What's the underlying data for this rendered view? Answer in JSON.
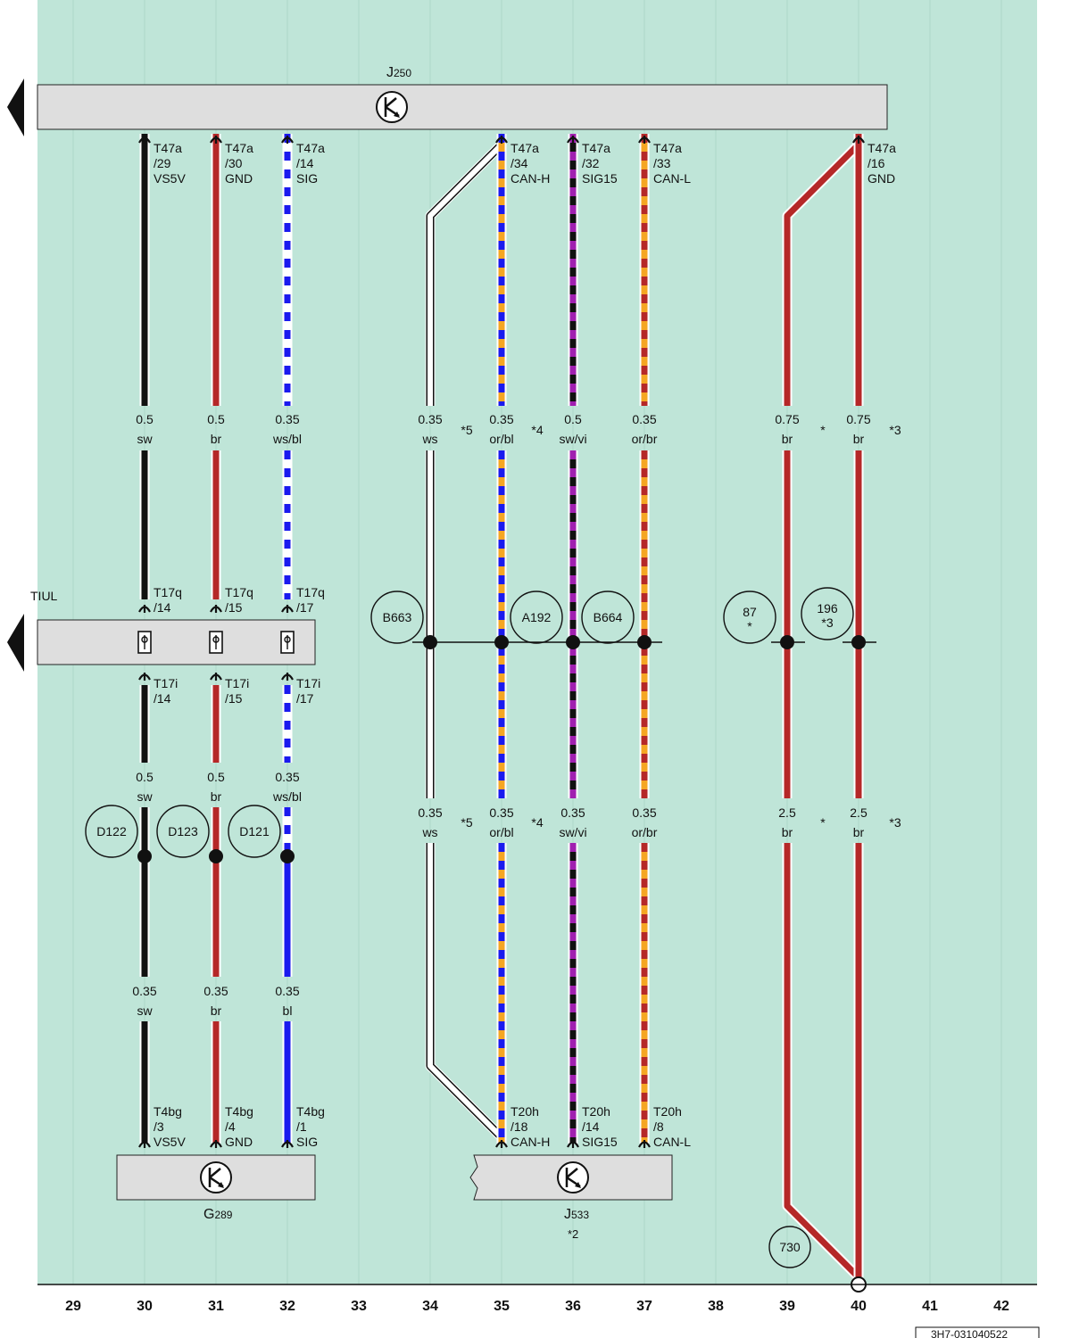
{
  "diagram": {
    "component_j250": {
      "base": "J",
      "sub": "250"
    },
    "component_tiul": "TIUL",
    "component_g289": {
      "base": "G",
      "sub": "289"
    },
    "component_j533": {
      "base": "J",
      "sub": "533",
      "note": "*2"
    },
    "doc_code": "3H7-031040522",
    "columns": [
      "29",
      "30",
      "31",
      "32",
      "33",
      "34",
      "35",
      "36",
      "37",
      "38",
      "39",
      "40",
      "41",
      "42"
    ],
    "colors": {
      "background": "#bfe5d8",
      "component_fill": "#dedede",
      "sw": "#111111",
      "br": "#b52828",
      "bl": "#1a1aee",
      "ws": "#ffffff",
      "or": "#f5a623",
      "vi": "#a020b0"
    },
    "wires": {
      "w30": {
        "top_pin": [
          "T47a",
          "/29",
          "VS5V"
        ],
        "mid_top_pin": [
          "T17q",
          "/14"
        ],
        "mid_bot_pin": [
          "T17i",
          "/14"
        ],
        "bot_pin": [
          "T4bg",
          "/3",
          "VS5V"
        ],
        "label1": [
          "0.5",
          "sw"
        ],
        "label2": [
          "0.5",
          "sw"
        ],
        "label3": [
          "0.35",
          "sw"
        ],
        "splice": "D122"
      },
      "w31": {
        "top_pin": [
          "T47a",
          "/30",
          "GND"
        ],
        "mid_top_pin": [
          "T17q",
          "/15"
        ],
        "mid_bot_pin": [
          "T17i",
          "/15"
        ],
        "bot_pin": [
          "T4bg",
          "/4",
          "GND"
        ],
        "label1": [
          "0.5",
          "br"
        ],
        "label2": [
          "0.5",
          "br"
        ],
        "label3": [
          "0.35",
          "br"
        ],
        "splice": "D123"
      },
      "w32": {
        "top_pin": [
          "T47a",
          "/14",
          "SIG"
        ],
        "mid_top_pin": [
          "T17q",
          "/17"
        ],
        "mid_bot_pin": [
          "T17i",
          "/17"
        ],
        "bot_pin": [
          "T4bg",
          "/1",
          "SIG"
        ],
        "label1": [
          "0.35",
          "ws/bl"
        ],
        "label2": [
          "0.35",
          "ws/bl"
        ],
        "label3": [
          "0.35",
          "bl"
        ],
        "splice": "D121"
      },
      "w34": {
        "label1": [
          "0.35",
          "ws"
        ],
        "label2": [
          "0.35",
          "ws"
        ],
        "note": "*5",
        "splice": "B663"
      },
      "w35": {
        "top_pin": [
          "T47a",
          "/34",
          "CAN-H"
        ],
        "bot_pin": [
          "T20h",
          "/18",
          "CAN-H"
        ],
        "label1": [
          "0.35",
          "or/bl"
        ],
        "label2": [
          "0.35",
          "or/bl"
        ],
        "note": "*4",
        "splice": "A192"
      },
      "w36": {
        "top_pin": [
          "T47a",
          "/32",
          "SIG15"
        ],
        "bot_pin": [
          "T20h",
          "/14",
          "SIG15"
        ],
        "label1": [
          "0.5",
          "sw/vi"
        ],
        "label2": [
          "0.35",
          "sw/vi"
        ],
        "splice": "B664"
      },
      "w37": {
        "top_pin": [
          "T47a",
          "/33",
          "CAN-L"
        ],
        "bot_pin": [
          "T20h",
          "/8",
          "CAN-L"
        ],
        "label1": [
          "0.35",
          "or/br"
        ],
        "label2": [
          "0.35",
          "or/br"
        ]
      },
      "w39": {
        "label1": [
          "0.75",
          "br"
        ],
        "label2": [
          "2.5",
          "br"
        ],
        "note": "*",
        "splice": [
          "87",
          "*"
        ],
        "ground": "730"
      },
      "w40": {
        "top_pin": [
          "T47a",
          "/16",
          "GND"
        ],
        "label1": [
          "0.75",
          "br"
        ],
        "label2": [
          "2.5",
          "br"
        ],
        "note": "*3",
        "splice": [
          "196",
          "*3"
        ]
      }
    }
  }
}
